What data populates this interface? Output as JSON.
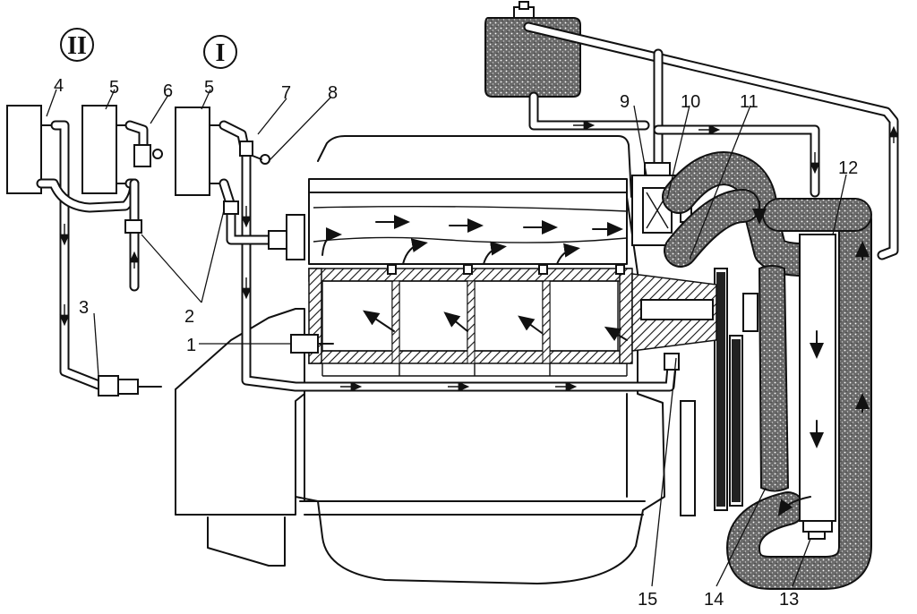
{
  "diagram": {
    "section_labels": [
      {
        "id": "II",
        "text": "II"
      },
      {
        "id": "I",
        "text": "I"
      }
    ],
    "callouts": [
      {
        "id": "1",
        "text": "1"
      },
      {
        "id": "2",
        "text": "2"
      },
      {
        "id": "3",
        "text": "3"
      },
      {
        "id": "4",
        "text": "4"
      },
      {
        "id": "5a",
        "text": "5"
      },
      {
        "id": "5b",
        "text": "5"
      },
      {
        "id": "6",
        "text": "6"
      },
      {
        "id": "7",
        "text": "7"
      },
      {
        "id": "8",
        "text": "8"
      },
      {
        "id": "9",
        "text": "9"
      },
      {
        "id": "10",
        "text": "10"
      },
      {
        "id": "11",
        "text": "11"
      },
      {
        "id": "12",
        "text": "12"
      },
      {
        "id": "13",
        "text": "13"
      },
      {
        "id": "14",
        "text": "14"
      },
      {
        "id": "15",
        "text": "15"
      }
    ],
    "colors": {
      "ink": "#111111",
      "paper": "#ffffff",
      "stipple": "#4a4a4a"
    }
  }
}
